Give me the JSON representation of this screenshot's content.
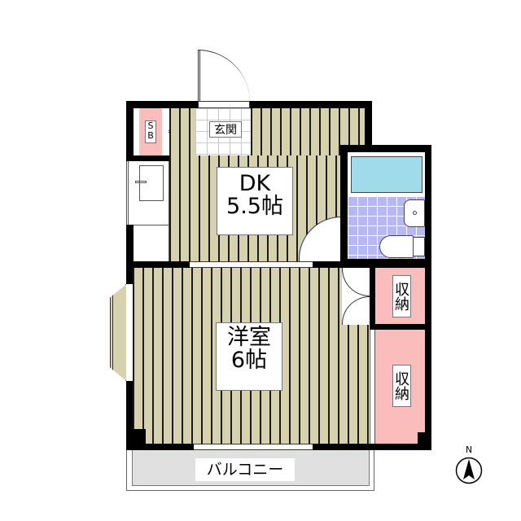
{
  "floorplan": {
    "rooms": {
      "entrance": {
        "label": "玄関"
      },
      "dk": {
        "name": "DK",
        "size": "5.5帖"
      },
      "western_room": {
        "name": "洋室",
        "size": "6帖"
      },
      "storage_upper": {
        "label": "収納"
      },
      "storage_lower": {
        "label": "収納"
      },
      "shoe_box": {
        "label": "SB"
      },
      "balcony": {
        "label": "バルコニー"
      }
    },
    "compass": {
      "label": "N"
    },
    "colors": {
      "floor": "#d6d2b0",
      "storage": "#fbbcbc",
      "bathtub": "#9fdbe8",
      "bath_tile": "#b8b8f0",
      "balcony": "#e0e0e0",
      "wall": "#000000"
    }
  }
}
